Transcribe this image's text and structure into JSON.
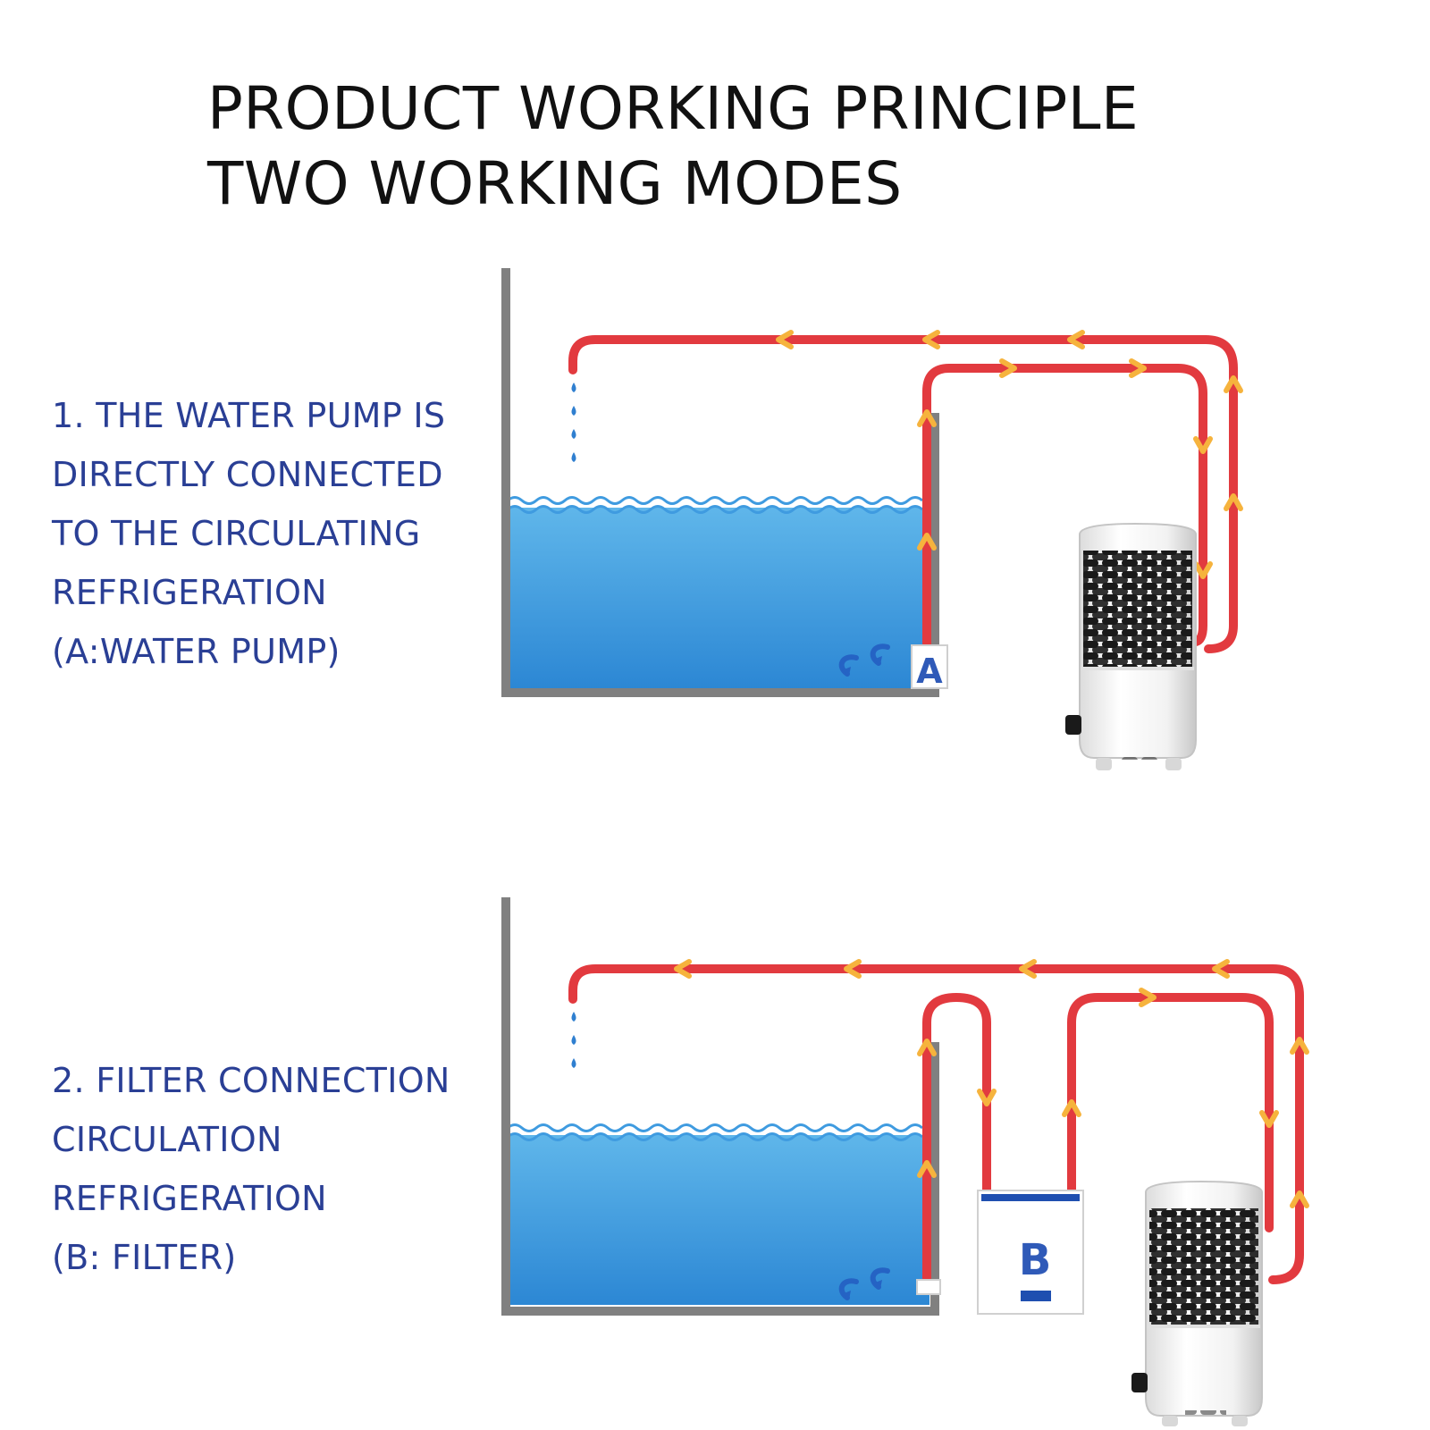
{
  "title": {
    "line1": "PRODUCT WORKING PRINCIPLE",
    "line2": "TWO WORKING MODES"
  },
  "modes": [
    {
      "lines": [
        "1. THE WATER PUMP IS",
        "DIRECTLY CONNECTED",
        "TO THE CIRCULATING",
        "REFRIGERATION",
        "(A:WATER PUMP)"
      ],
      "device_label": "A"
    },
    {
      "lines": [
        "2. FILTER CONNECTION",
        "CIRCULATION",
        "REFRIGERATION",
        "(B: FILTER)"
      ],
      "device_label": "B"
    }
  ],
  "colors": {
    "pipe": "#e23a3f",
    "arrow": "#f6b33d",
    "water": "#3d9fe0",
    "text": "#2a3f95",
    "tank": "#808080"
  }
}
